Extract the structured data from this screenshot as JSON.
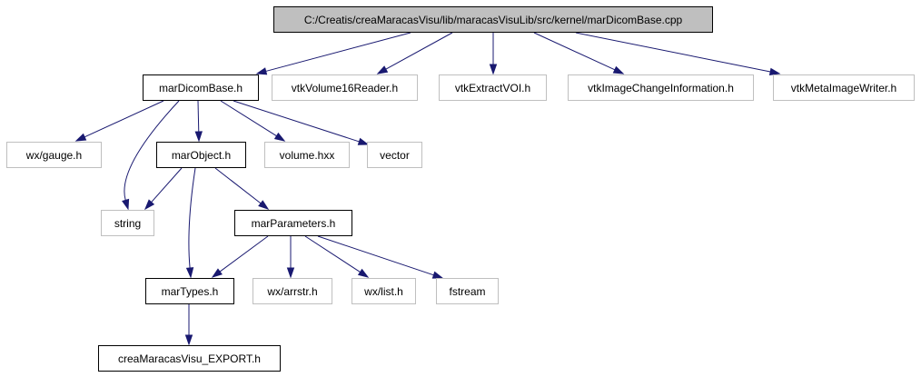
{
  "graph": {
    "colors": {
      "root_fill": "#bfbfbf",
      "border_local": "#000000",
      "border_external": "#bfbfbf",
      "edge": "#191970"
    },
    "nodes": [
      {
        "id": "root",
        "label": "C:/Creatis/creaMaracasVisu/lib/maracasVisuLib/src/kernel/marDicomBase.cpp",
        "kind": "root"
      },
      {
        "id": "marDicomBase",
        "label": "marDicomBase.h",
        "kind": "local"
      },
      {
        "id": "vtkVolume16Reader",
        "label": "vtkVolume16Reader.h",
        "kind": "external"
      },
      {
        "id": "vtkExtractVOI",
        "label": "vtkExtractVOI.h",
        "kind": "external"
      },
      {
        "id": "vtkImageChangeInformation",
        "label": "vtkImageChangeInformation.h",
        "kind": "external"
      },
      {
        "id": "vtkMetaImageWriter",
        "label": "vtkMetaImageWriter.h",
        "kind": "external"
      },
      {
        "id": "wxGauge",
        "label": "wx/gauge.h",
        "kind": "external"
      },
      {
        "id": "marObject",
        "label": "marObject.h",
        "kind": "local"
      },
      {
        "id": "volume",
        "label": "volume.hxx",
        "kind": "external"
      },
      {
        "id": "vector",
        "label": "vector",
        "kind": "external"
      },
      {
        "id": "string",
        "label": "string",
        "kind": "external"
      },
      {
        "id": "marParameters",
        "label": "marParameters.h",
        "kind": "local"
      },
      {
        "id": "marTypes",
        "label": "marTypes.h",
        "kind": "local"
      },
      {
        "id": "wxArrstr",
        "label": "wx/arrstr.h",
        "kind": "external"
      },
      {
        "id": "wxList",
        "label": "wx/list.h",
        "kind": "external"
      },
      {
        "id": "fstream",
        "label": "fstream",
        "kind": "external"
      },
      {
        "id": "export",
        "label": "creaMaracasVisu_EXPORT.h",
        "kind": "local"
      }
    ],
    "edges": [
      [
        "root",
        "marDicomBase"
      ],
      [
        "root",
        "vtkVolume16Reader"
      ],
      [
        "root",
        "vtkExtractVOI"
      ],
      [
        "root",
        "vtkImageChangeInformation"
      ],
      [
        "root",
        "vtkMetaImageWriter"
      ],
      [
        "marDicomBase",
        "wxGauge"
      ],
      [
        "marDicomBase",
        "string"
      ],
      [
        "marDicomBase",
        "marObject"
      ],
      [
        "marDicomBase",
        "volume"
      ],
      [
        "marDicomBase",
        "vector"
      ],
      [
        "marObject",
        "string"
      ],
      [
        "marObject",
        "marTypes"
      ],
      [
        "marObject",
        "marParameters"
      ],
      [
        "marParameters",
        "marTypes"
      ],
      [
        "marParameters",
        "wxArrstr"
      ],
      [
        "marParameters",
        "wxList"
      ],
      [
        "marParameters",
        "fstream"
      ],
      [
        "marTypes",
        "export"
      ]
    ]
  }
}
